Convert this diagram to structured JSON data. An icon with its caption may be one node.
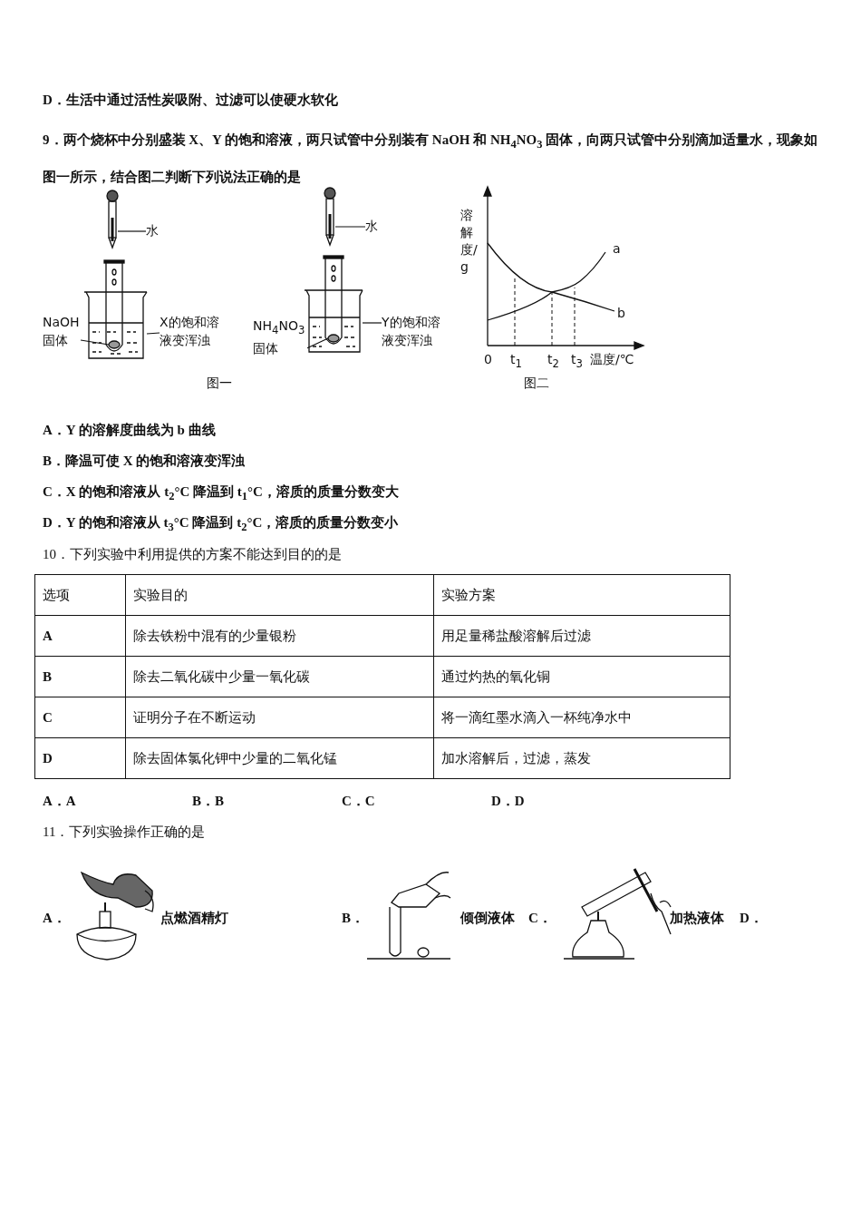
{
  "diagram": {
    "nodes": [
      {
        "text": [
          "水"
        ]
      },
      {
        "text": [
          "NaOH固体"
        ]
      },
      {
        "text": [
          "X的饱和溶液变浑浊"
        ]
      },
      {
        "text": [
          "水"
        ]
      },
      {
        "text": [
          "NH$_{4}$NO$_{3}$固体"
        ]
      },
      {
        "text": [
          "Y的饱和溶液变浑浊"
        ]
      },
      {
        "text": [],
        "shape": "picture"
      },
      {
        "text": [],
        "shape": "picture"
      },
      {
        "text": [],
        "shape": "circle",
        "in": 7
      },
      {
        "text": [],
        "shape": "picture"
      },
      {
        "text": [],
        "shape": "picture"
      },
      {
        "text": [],
        "shape": "circle",
        "in": 10
      }
    ],
    "edges": [
      {
        "from": 0,
        "to": 6,
        "arrow": "none"
      },
      {
        "from": 1,
        "to": 8,
        "arrow": "none"
      },
      {
        "from": 2,
        "to": 7,
        "arrow": "none"
      },
      {
        "from": 3,
        "to": 9,
        "arrow": "none"
      },
      {
        "from": 4,
        "to": 11,
        "arrow": "none"
      },
      {
        "from": 5,
        "to": 10,
        "arrow": "none"
      }
    ],
    "labels": [
      "D．生活中通过活性炭吸附、过滤可以使硬水软化",
      "9．两个烧杯中分别盛装 X、Y 的饱和溶液，两只试管中分别装有 NaOH 和 NH$_{4}$NO$_{3}$ 固体，向两只试管中分别滴加适量水，现象如图一所示，结合图二判断下列说法正确的是",
      "溶解度/g",
      "a",
      "b",
      "0",
      "t$_{1}$",
      "t$_{2}$",
      "t$_{3}$",
      "温度/℃",
      "图一",
      "图二",
      "A．Y 的溶解度曲线为 b 曲线",
      "B．降温可使 X 的饱和溶液变浑浊",
      "C．X 的饱和溶液从 t$_{2}$°C 降温到 t$_{1}$°C，溶质的质量分数变大",
      "D．Y 的饱和溶液从 t$_{3}$°C 降温到 t$_{2}$°C，溶质的质量分数变小",
      "10．下列实验中利用提供的方案不能达到目的的是",
      "选项",
      "实验目的",
      "实验方案",
      "A",
      "除去铁粉中混有的少量银粉",
      "用足量稀盐酸溶解后过滤",
      "B",
      "除去二氧化碳中少量一氧化碳",
      "通过灼热的氧化铜",
      "C",
      "证明分子在不断运动",
      "将一滴红墨水滴入一杯纯净水中",
      "D",
      "除去固体氯化钾中少量的二氧化锰",
      "加水溶解后，过滤，蒸发",
      "A．A",
      "B．B",
      "C．C",
      "D．D",
      "11．下列实验操作正确的是",
      "A．",
      "点燃酒精灯",
      "B．",
      "倾倒液体",
      "C．",
      "加热液体",
      "D．"
    ]
  }
}
